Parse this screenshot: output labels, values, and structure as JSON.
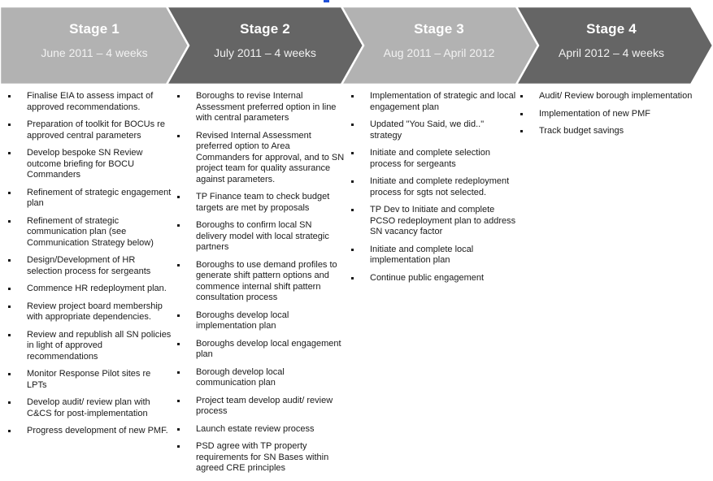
{
  "colors": {
    "stage_light": "#b2b2b2",
    "stage_dark": "#656565",
    "outline": "#ffffff",
    "body_text": "#1a1a1a"
  },
  "stages": [
    {
      "title": "Stage 1",
      "dates": "June 2011 – 4 weeks",
      "items": [
        "Finalise EIA to assess impact of approved recommendations.",
        "Preparation of toolkit for BOCUs re approved central parameters",
        "Develop bespoke SN Review outcome briefing for BOCU Commanders",
        "Refinement of strategic engagement plan",
        "Refinement of strategic communication plan (see Communication Strategy below)",
        "Design/Development of HR selection process for sergeants",
        "Commence HR redeployment plan.",
        "Review project board membership with appropriate dependencies.",
        "Review and republish all SN policies in light of approved recommendations",
        "Monitor Response Pilot sites re LPTs",
        "Develop audit/ review plan with C&CS for post-implementation",
        "Progress development of new PMF."
      ]
    },
    {
      "title": "Stage 2",
      "dates": "July 2011 – 4 weeks",
      "items": [
        "Boroughs to revise Internal Assessment preferred option in line with central parameters",
        "Revised Internal Assessment preferred option to Area Commanders for approval, and to SN project team for quality assurance against parameters.",
        "TP Finance team to check budget targets are met by proposals",
        "Boroughs to confirm local SN delivery model with local strategic partners",
        "Boroughs to use demand profiles to generate shift pattern options and commence internal shift pattern consultation process",
        "Boroughs develop local implementation plan",
        "Boroughs develop local engagement plan",
        "Borough develop local communication plan",
        "Project team develop audit/ review process",
        "Launch estate review process",
        "PSD agree with TP property requirements for SN Bases within agreed CRE principles"
      ]
    },
    {
      "title": "Stage 3",
      "dates": "Aug 2011 – April 2012",
      "items": [
        "Implementation of strategic and local engagement plan",
        "Updated \"You Said, we did..\" strategy",
        "Initiate and complete selection process for sergeants",
        "Initiate and complete redeployment process for sgts not selected.",
        "TP Dev to Initiate and complete PCSO redeployment plan to address SN vacancy factor",
        "Initiate and complete local implementation plan",
        "Continue public engagement"
      ]
    },
    {
      "title": "Stage 4",
      "dates": "April 2012 – 4 weeks",
      "items": [
        "Audit/ Review borough implementation",
        "Implementation of new PMF",
        "Track budget savings"
      ]
    }
  ]
}
